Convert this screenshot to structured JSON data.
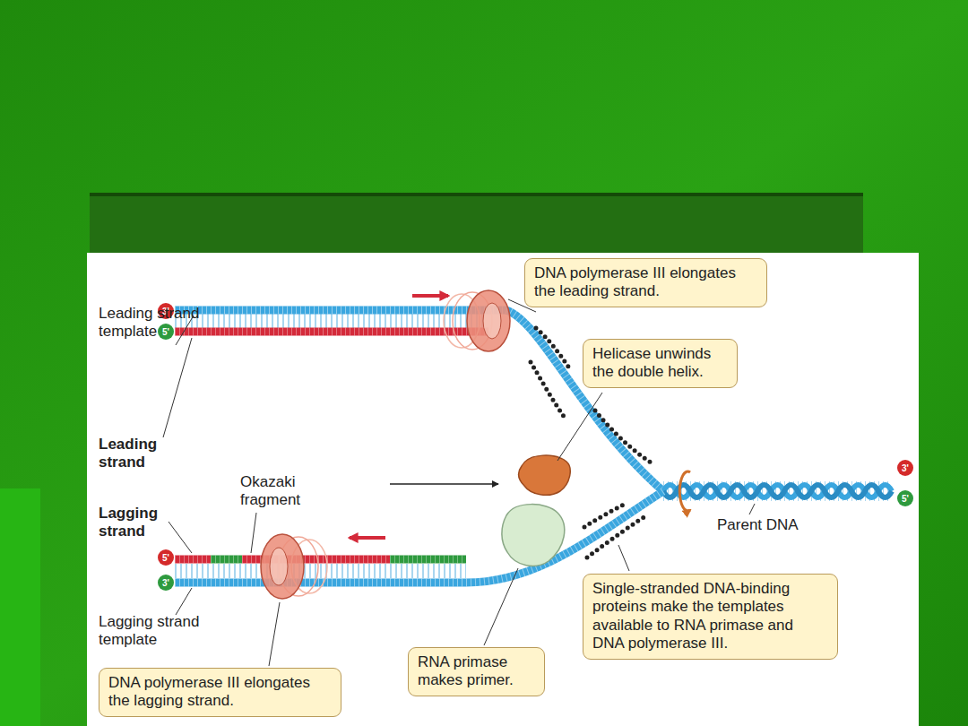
{
  "diagram": {
    "nodes": [
      {
        "text": [
          "DNA polymerase III elongates the leading strand."
        ]
      },
      {
        "text": [
          "Helicase unwinds the double helix."
        ]
      },
      {
        "text": [
          "3'"
        ]
      },
      {
        "text": [
          "5'"
        ]
      },
      {
        "text": [
          "3'"
        ]
      },
      {
        "text": [
          "5'"
        ]
      },
      {
        "text": [
          "5'"
        ]
      },
      {
        "text": [
          "3'"
        ]
      },
      {
        "text": [
          "Single-stranded DNA-binding proteins make the templates available to RNA primase and DNA polymerase III."
        ]
      },
      {
        "text": [
          "RNA primase makes primer."
        ]
      },
      {
        "text": [
          "DNA polymerase III elongates the lagging strand."
        ]
      }
    ],
    "labels": [
      "Leading strand template",
      "Leading strand",
      "Okazaki fragment",
      "Lagging strand",
      "Lagging strand template",
      "Parent DNA"
    ]
  }
}
